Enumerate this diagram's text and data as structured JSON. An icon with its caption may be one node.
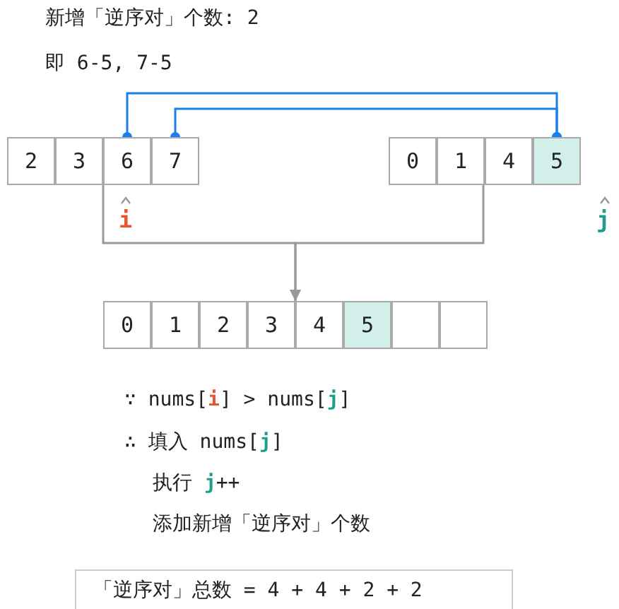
{
  "diagram": {
    "nodes": [
      {
        "text": [],
        "shape": "box"
      },
      {
        "text": [
          "2"
        ],
        "in": 0
      },
      {
        "text": [
          "3"
        ],
        "in": 0
      },
      {
        "text": [
          "6"
        ],
        "in": 0
      },
      {
        "text": [
          "7"
        ],
        "in": 0
      },
      {
        "text": [],
        "shape": "box"
      },
      {
        "text": [
          "0"
        ],
        "in": 5
      },
      {
        "text": [
          "1"
        ],
        "in": 5
      },
      {
        "text": [
          "4"
        ],
        "in": 5
      },
      {
        "text": [
          "5"
        ],
        "in": 5
      },
      {
        "text": [],
        "shape": "box"
      },
      {
        "text": [
          "0"
        ],
        "in": 10
      },
      {
        "text": [
          "1"
        ],
        "in": 10
      },
      {
        "text": [
          "2"
        ],
        "in": 10
      },
      {
        "text": [
          "3"
        ],
        "in": 10
      },
      {
        "text": [
          "4"
        ],
        "in": 10
      },
      {
        "text": [
          "5"
        ],
        "in": 10
      },
      {
        "text": [],
        "shape": "box",
        "in": 10
      },
      {
        "text": [],
        "shape": "box",
        "in": 10
      },
      {
        "text": [
          "「逆序对」总数 = 4 + 4 + 2 + 2"
        ]
      }
    ],
    "edges": [
      {
        "from": 9,
        "to": 3,
        "arrow": "other",
        "color": "#1a7fe8"
      },
      {
        "from": 9,
        "to": 4,
        "arrow": "other",
        "color": "#1a7fe8"
      },
      {
        "from": 0,
        "to": 10,
        "arrow": "to",
        "color": "#999999"
      },
      {
        "from": 5,
        "to": 10,
        "arrow": "to",
        "color": "#999999"
      }
    ],
    "labels": [
      "新增「逆序对」个数: 2",
      "即 6-5, 7-5",
      "i",
      "j",
      "∵ nums[**i**] > nums[**j**]",
      "∴ 填入 nums[**j**]",
      "执行 **j**++",
      "添加新增「逆序对」个数"
    ]
  }
}
